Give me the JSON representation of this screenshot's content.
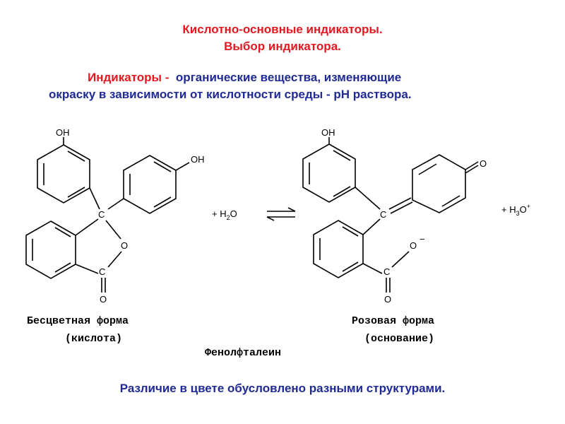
{
  "title": {
    "line1": "Кислотно-основные индикаторы.",
    "line2": "Выбор индикатора."
  },
  "definition": {
    "term": "Индикаторы -",
    "text_line1": "органические вещества, изменяющие",
    "text_line2": "окраску в зависимости от кислотности среды - pH раствора."
  },
  "structures": {
    "left": {
      "oh_top": "OH",
      "oh_right": "OH",
      "carbon_central": "C",
      "oxygen_ring": "O",
      "carbon_carbonyl": "C",
      "oxygen_carbonyl": "O",
      "caption_line1": "Бесцветная форма",
      "caption_line2": "(кислота)"
    },
    "reagent": "+ H",
    "reagent_sub": "2",
    "reagent_tail": "O",
    "right": {
      "oh_top": "OH",
      "oxo": "O",
      "carbon_central": "C",
      "carbon_carboxylate": "C",
      "oxygen_minus": "O",
      "minus_sign": "−",
      "oxygen_carbonyl": "O",
      "caption_line1": "Розовая форма",
      "caption_line2": "(основание)"
    },
    "product": "+ H",
    "product_sub3": "3",
    "product_tail": "O",
    "product_charge": "+",
    "compound_name": "Фенолфталеин"
  },
  "bottom_note": "Различие в цвете обусловлено разными структурами."
}
